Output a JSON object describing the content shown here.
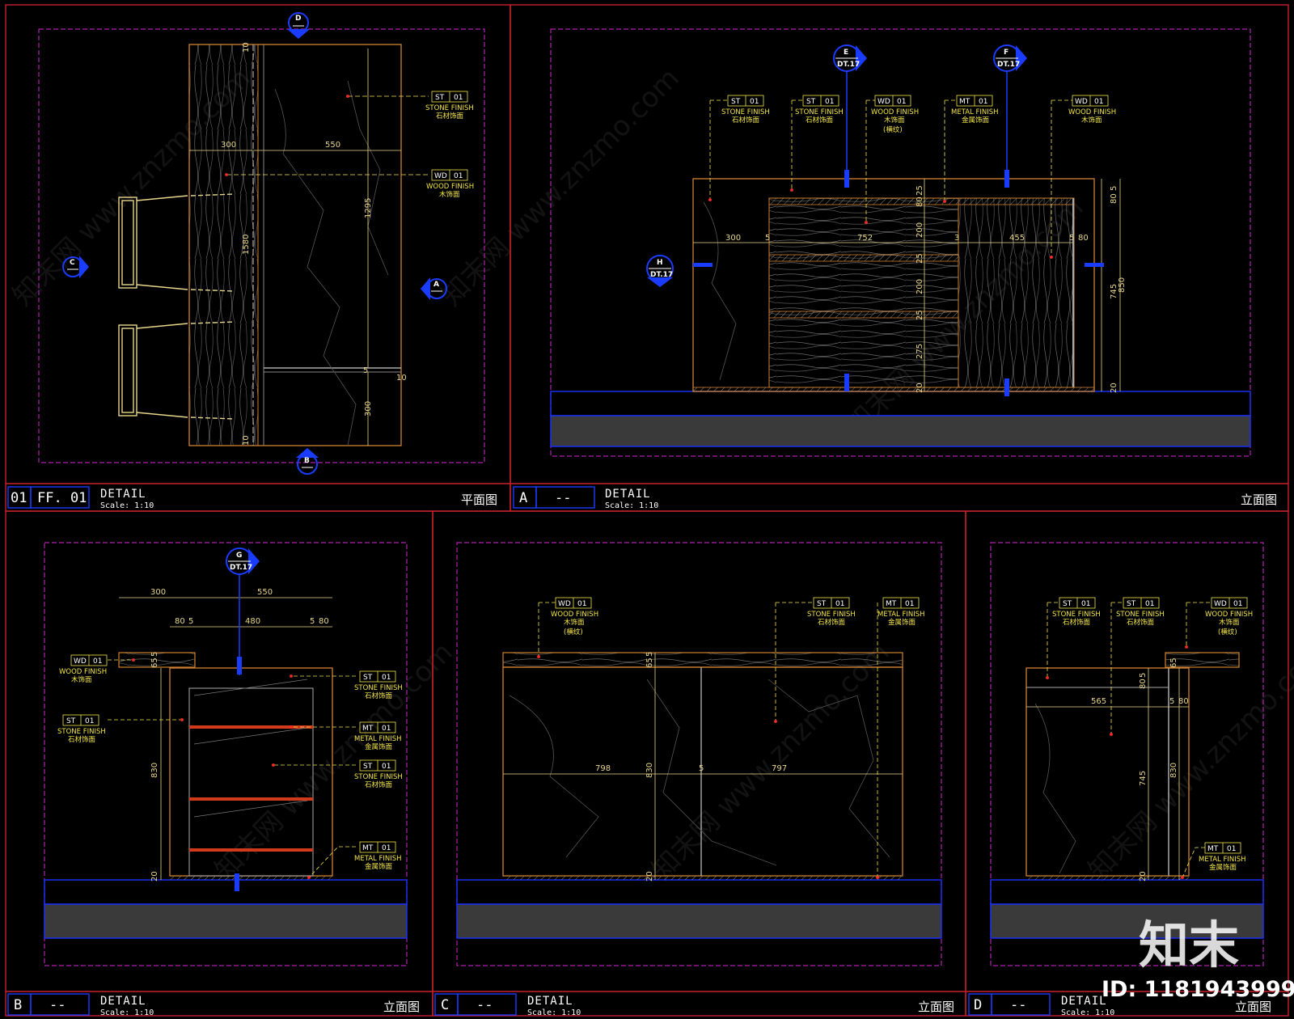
{
  "drawing": {
    "watermark_text": "知末网 www.znzmo.com",
    "logo": "知末",
    "logo_id": "ID: 1181943999"
  },
  "panels": {
    "plan": {
      "id": "01",
      "ref": "FF. 01",
      "title": "DETAIL",
      "scale": "Scale: 1:10",
      "view": "平面图",
      "markers": [
        "D",
        "C",
        "A",
        "B"
      ],
      "dims": [
        "300",
        "550",
        "1295",
        "1580",
        "10",
        "10",
        "5",
        "10",
        "300"
      ],
      "tags": [
        {
          "code": "ST",
          "num": "01",
          "line1": "STONE FINISH",
          "line2": "石材饰面"
        },
        {
          "code": "WD",
          "num": "01",
          "line1": "WOOD FINISH",
          "line2": "木饰面"
        }
      ]
    },
    "a": {
      "id": "A",
      "ref": "--",
      "title": "DETAIL",
      "scale": "Scale: 1:10",
      "view": "立面图",
      "markers": [
        {
          "letter": "E",
          "sheet": "DT.17"
        },
        {
          "letter": "F",
          "sheet": "DT.17"
        },
        {
          "letter": "H",
          "sheet": "DT.17"
        }
      ],
      "dims": [
        "300",
        "5",
        "752",
        "3",
        "455",
        "5",
        "80",
        "25",
        "80",
        "200",
        "25",
        "200",
        "25",
        "275",
        "20",
        "5",
        "80",
        "745",
        "850",
        "20"
      ],
      "tags": [
        {
          "code": "ST",
          "num": "01",
          "line1": "STONE FINISH",
          "line2": "石材饰面",
          "line3": ""
        },
        {
          "code": "ST",
          "num": "01",
          "line1": "STONE FINISH",
          "line2": "石材饰面",
          "line3": ""
        },
        {
          "code": "WD",
          "num": "01",
          "line1": "WOOD FINISH",
          "line2": "木饰面",
          "line3": "(横纹)"
        },
        {
          "code": "MT",
          "num": "01",
          "line1": "METAL FINISH",
          "line2": "金属饰面",
          "line3": ""
        },
        {
          "code": "WD",
          "num": "01",
          "line1": "WOOD FINISH",
          "line2": "木饰面",
          "line3": ""
        }
      ]
    },
    "b": {
      "id": "B",
      "ref": "--",
      "title": "DETAIL",
      "scale": "Scale: 1:10",
      "view": "立面图",
      "markers": [
        {
          "letter": "G",
          "sheet": "DT.17"
        }
      ],
      "dims": [
        "300",
        "550",
        "80",
        "5",
        "480",
        "5",
        "80",
        "5",
        "65",
        "830",
        "20"
      ],
      "tags": [
        {
          "code": "WD",
          "num": "01",
          "line1": "WOOD FINISH",
          "line2": "木饰面"
        },
        {
          "code": "ST",
          "num": "01",
          "line1": "STONE FINISH",
          "line2": "石材饰面"
        },
        {
          "code": "ST",
          "num": "01",
          "line1": "STONE FINISH",
          "line2": "石材饰面"
        },
        {
          "code": "MT",
          "num": "01",
          "line1": "METAL FINISH",
          "line2": "金属饰面"
        },
        {
          "code": "ST",
          "num": "01",
          "line1": "STONE FINISH",
          "line2": "石材饰面"
        },
        {
          "code": "MT",
          "num": "01",
          "line1": "METAL FINISH",
          "line2": "金属饰面"
        }
      ]
    },
    "c": {
      "id": "C",
      "ref": "--",
      "title": "DETAIL",
      "scale": "Scale: 1:10",
      "view": "立面图",
      "dims": [
        "5",
        "65",
        "798",
        "830",
        "5",
        "797",
        "20"
      ],
      "tags": [
        {
          "code": "WD",
          "num": "01",
          "line1": "WOOD FINISH",
          "line2": "木饰面",
          "line3": "(横纹)"
        },
        {
          "code": "ST",
          "num": "01",
          "line1": "STONE FINISH",
          "line2": "石材饰面",
          "line3": ""
        },
        {
          "code": "MT",
          "num": "01",
          "line1": "METAL FINISH",
          "line2": "金属饰面",
          "line3": ""
        }
      ]
    },
    "d": {
      "id": "D",
      "ref": "--",
      "title": "DETAIL",
      "scale": "Scale: 1:10",
      "view": "立面图",
      "dims": [
        "565",
        "5",
        "80",
        "5",
        "80",
        "745",
        "830",
        "20",
        "65"
      ],
      "tags": [
        {
          "code": "ST",
          "num": "01",
          "line1": "STONE FINISH",
          "line2": "石材饰面",
          "line3": ""
        },
        {
          "code": "ST",
          "num": "01",
          "line1": "STONE FINISH",
          "line2": "石材饰面",
          "line3": ""
        },
        {
          "code": "WD",
          "num": "01",
          "line1": "WOOD FINISH",
          "line2": "木饰面",
          "line3": "(横纹)"
        },
        {
          "code": "MT",
          "num": "01",
          "line1": "METAL FINISH",
          "line2": "金属饰面",
          "line3": ""
        }
      ]
    }
  },
  "colors": {
    "frame": "#c8202a",
    "viewport": "#b020b0",
    "furniture": "#d08030",
    "dim": "#e8d68a",
    "leader": "#f2e44a",
    "marker": "#1a3cff",
    "floor": "#1a30ff",
    "floor_fill": "#3a3a3a",
    "metal": "#d03a1a"
  }
}
